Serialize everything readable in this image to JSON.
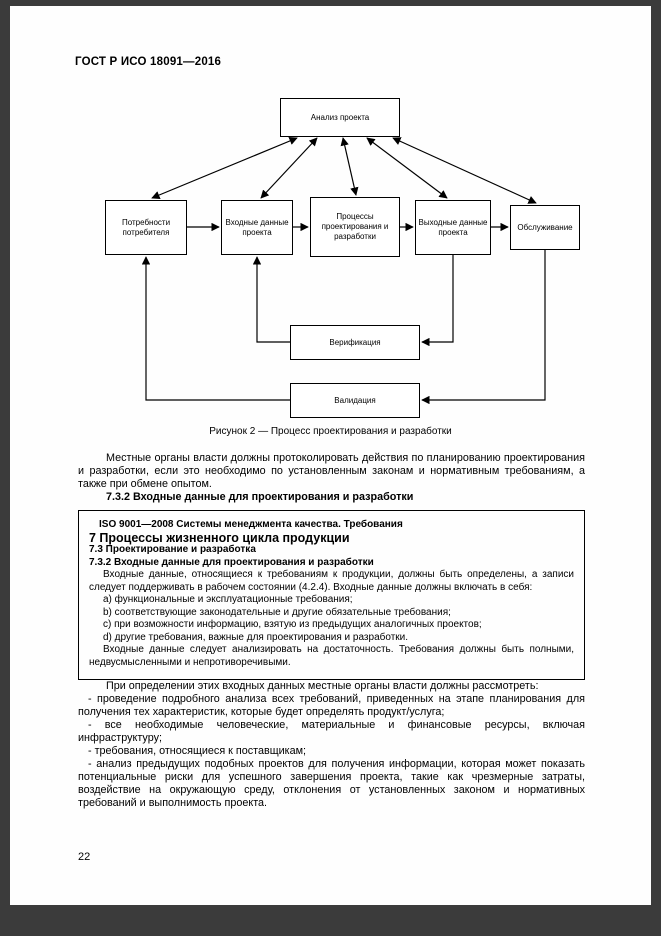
{
  "header": {
    "title": "ГОСТ Р ИСО 18091—2016"
  },
  "diagram": {
    "analysis": "Анализ проекта",
    "needs": "Потребности потребителя",
    "inputs": "Входные данные проекта",
    "processes": "Процессы проектирования и разработки",
    "outputs": "Выходные данные проекта",
    "service": "Обслуживание",
    "verification": "Верификация",
    "validation": "Валидация"
  },
  "figure": {
    "caption": "Рисунок 2 — Процесс проектирования и разработки"
  },
  "body": {
    "para1": "Местные органы власти должны протоколировать действия по планированию проектирования и разработки, если это необходимо по установленным законам и нормативным требованиям, а также при обмене опытом.",
    "heading_732": "7.3.2 Входные данные для проектирования и разработки"
  },
  "quote_box": {
    "title": "ISO 9001—2008 Системы менеджмента качества. Требования",
    "section7": "7 Процессы жизненного цикла продукции",
    "section73": "7.3 Проектирование и разработка",
    "section732": "7.3.2 Входные данные для проектирования и разработки",
    "para1": "Входные данные, относящиеся к требованиям к продукции, должны быть определены, а записи следует поддерживать в рабочем состоянии (4.2.4). Входные данные должны включать в себя:",
    "items": [
      "a) функциональные и эксплуатационные требования;",
      "b) соответствующие законодательные и другие обязательные требования;",
      "c) при возможности информацию, взятую из предыдущих аналогичных проектов;",
      "d) другие требования, важные для проектирования и разработки."
    ],
    "para2": "Входные данные следует анализировать на достаточность. Требования должны быть полными, недвусмысленными и непротиворечивыми."
  },
  "after_box": {
    "para1": "При определении этих входных данных местные органы власти должны рассмотреть:",
    "bullets": [
      "- проведение подробного анализа всех требований, приведенных на этапе планирования для получения тех характеристик, которые будет определять продукт/услуга;",
      "- все необходимые человеческие, материальные и финансовые ресурсы, включая инфраструктуру;",
      "- требования, относящиеся к поставщикам;",
      "- анализ предыдущих подобных проектов для получения информации, которая может показать потенциальные риски для успешного завершения проекта, такие как чрезмерные затраты, воздействие на окружающую среду, отклонения от установленных законом и нормативных требований и выполнимость проекта."
    ]
  },
  "footer": {
    "page_number": "22"
  }
}
